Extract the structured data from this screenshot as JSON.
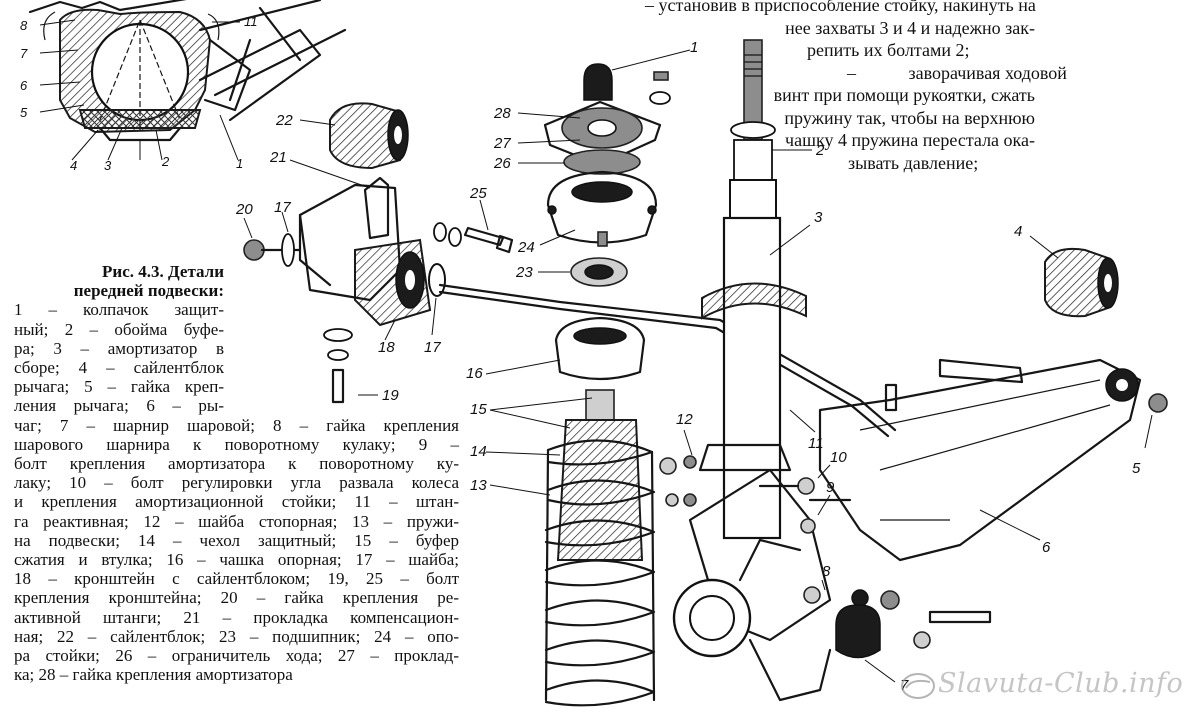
{
  "top_text": {
    "line1": "–     установив в приспособление стойку, накинуть на",
    "line2": "нее захваты 3 и 4 и надежно зак-",
    "line3": "репить их болтами 2;",
    "line4": "заворачивая ходовой",
    "line4_dash": "–",
    "line5": "винт при помощи рукоятки, сжать",
    "line6": "пружину так, чтобы на верхнюю",
    "line7": "чашку 4 пружина перестала ока-",
    "line8": "зывать давление;"
  },
  "caption": {
    "title_line1": "Рис. 4.3. Детали",
    "title_line2": "передней подвески:",
    "narrow_lines": [
      "1 – колпачок защит-",
      "ный; 2 – обойма буфе-",
      "ра; 3 – амортизатор в",
      "сборе; 4 – сайлентблок",
      "рычага; 5 – гайка креп-",
      "ления рычага; 6 – ры-"
    ],
    "full_lines": [
      "чаг; 7 – шарнир шаровой; 8 – гайка крепления",
      "шарового шарнира к поворотному кулаку; 9 –",
      "болт крепления амортизатора к поворотному ку-",
      "лаку; 10 – болт регулировки угла развала колеса",
      "и крепления амортизационной стойки; 11 – штан-",
      "га реактивная; 12 – шайба стопорная; 13 – пружи-",
      "на подвески; 14 – чехол защитный; 15 – буфер",
      "сжатия и втулка; 16 – чашка опорная; 17 – шайба;",
      "18 – кронштейн с сайлентблоком; 19, 25 – болт",
      "крепления кронштейна; 20 – гайка крепления ре-",
      "активной штанги; 21 – прокладка компенсацион-",
      "ная; 22 – сайлентблок; 23 – подшипник; 24 – опо-",
      "ра стойки; 26 – ограничитель хода; 27 – проклад-",
      "ка; 28 – гайка крепления амортизатора"
    ]
  },
  "callouts": {
    "inset": [
      "8",
      "7",
      "6",
      "5",
      "4",
      "3",
      "2",
      "1",
      "11"
    ],
    "parts": [
      "22",
      "21",
      "20",
      "17",
      "18",
      "17",
      "19",
      "25",
      "1",
      "28",
      "27",
      "26",
      "24",
      "23",
      "2",
      "3",
      "4",
      "16",
      "15",
      "14",
      "13",
      "12",
      "11",
      "10",
      "9",
      "5",
      "6",
      "8",
      "7"
    ]
  },
  "watermark": "Slavuta-Club.info",
  "icons": {
    "watermark_logo": "car-badge-icon"
  }
}
